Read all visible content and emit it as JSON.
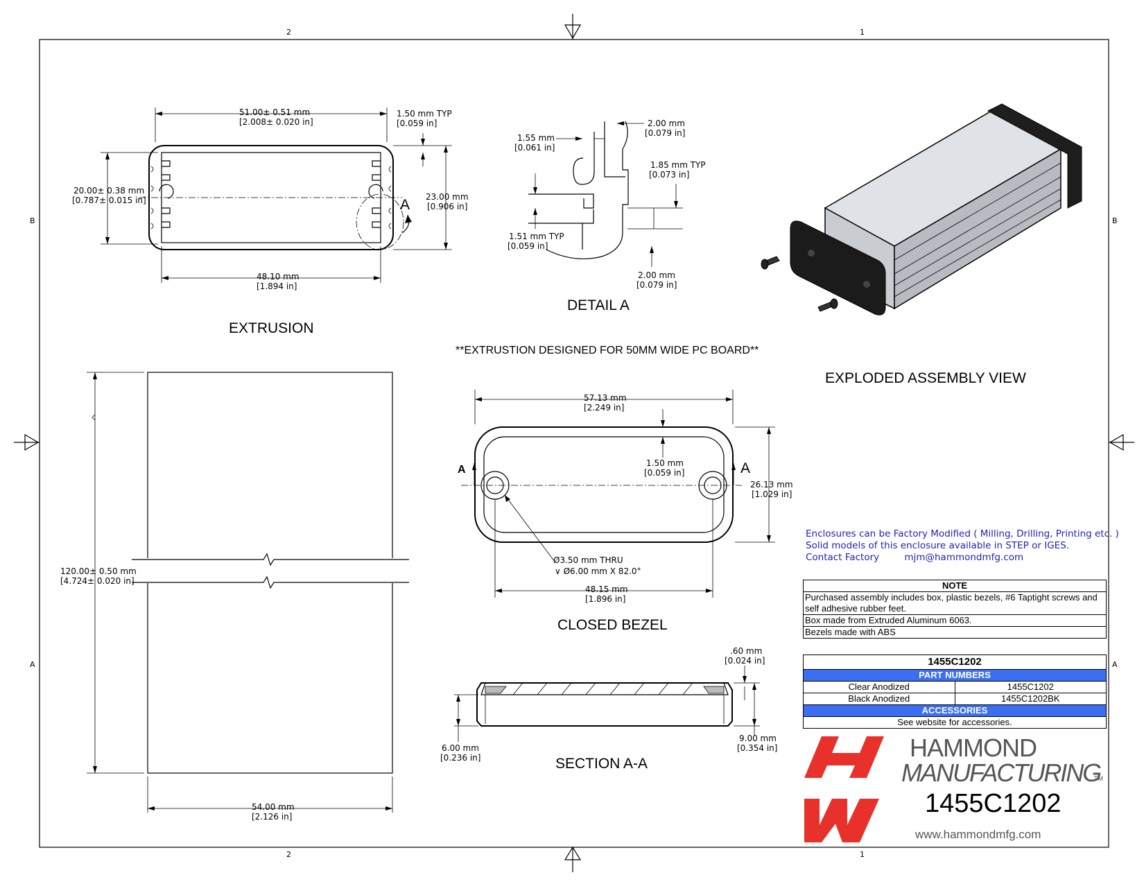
{
  "frame": {
    "zone_top": [
      "2",
      "1"
    ],
    "zone_bottom": [
      "2",
      "1"
    ],
    "zone_left": [
      "B",
      "A"
    ],
    "zone_right": [
      "B",
      "A"
    ]
  },
  "views": {
    "extrusion": "EXTRUSION",
    "detail_a": "DETAIL  A",
    "exploded": "EXPLODED ASSEMBLY VIEW",
    "closed_bezel": "CLOSED BEZEL",
    "section": "SECTION A-A",
    "banner": "**EXTRUSTION DESIGNED FOR 50MM WIDE PC BOARD**"
  },
  "dims": {
    "ext_width": [
      "51.00± 0.51 mm",
      "[2.008± 0.020 in]"
    ],
    "ext_wall": [
      "1.50 mm  TYP",
      "[0.059 in]"
    ],
    "ext_inner_h": [
      "20.00± 0.38 mm",
      "[0.787± 0.015 in]"
    ],
    "ext_height": [
      "23.00 mm",
      "[0.906 in]"
    ],
    "ext_inner_w": [
      "48.10 mm",
      "[1.894 in]"
    ],
    "callout_a": "A",
    "det_155": [
      "1.55 mm",
      "[0.061 in]"
    ],
    "det_200_top": [
      "2.00 mm",
      "[0.079 in]"
    ],
    "det_185": [
      "1.85 mm  TYP",
      "[0.073 in]"
    ],
    "det_151": [
      "1.51 mm  TYP",
      "[0.059 in]"
    ],
    "det_200_bot": [
      "2.00 mm",
      "[0.079 in]"
    ],
    "length": [
      "120.00± 0.50 mm",
      "[4.724± 0.020 in]"
    ],
    "side_width": [
      "54.00 mm",
      "[2.126 in]"
    ],
    "bezel_w": [
      "57.13 mm",
      "[2.249 in]"
    ],
    "bezel_wall": [
      "1.50 mm",
      "[0.059 in]"
    ],
    "bezel_h": [
      "26.13 mm",
      "[1.029 in]"
    ],
    "bezel_hole": [
      "Ø3.50 mm THRU",
      "∨ Ø6.00 mm X 82.0°"
    ],
    "bezel_holes": [
      "48.15 mm",
      "[1.896 in]"
    ],
    "section_mark": "A",
    "sec_top": [
      ".60 mm",
      "[0.024 in]"
    ],
    "sec_depth": [
      "6.00 mm",
      "[0.236 in]"
    ],
    "sec_total": [
      "9.00 mm",
      "[0.354 in]"
    ]
  },
  "info": {
    "line1": "Enclosures can be Factory Modified ( Milling, Drilling, Printing etc. )",
    "line2": "Solid models of this enclosure available in STEP or IGES.",
    "contact_label": "Contact Factory",
    "contact_email": "mjm@hammondmfg.com"
  },
  "note": {
    "header": "NOTE",
    "rows": [
      "Purchased assembly includes box, plastic bezels, #6 Taptight screws and self adhesive rubber feet.",
      "Box made from Extruded Aluminum 6063.",
      "Bezels made with ABS"
    ]
  },
  "parts": {
    "title": "1455C1202",
    "section1": "PART NUMBERS",
    "rows": [
      {
        "finish": "Clear Anodized",
        "part": "1455C1202"
      },
      {
        "finish": "Black Anodized",
        "part": "1455C1202BK"
      }
    ],
    "section2": "ACCESSORIES",
    "accessories": "See website for accessories."
  },
  "brand": {
    "name1": "HAMMOND",
    "name2": "MANUFACTURING",
    "tm": "TM",
    "part": "1455C1202",
    "website": "www.hammondmfg.com",
    "logo_color": "#e8312a"
  }
}
